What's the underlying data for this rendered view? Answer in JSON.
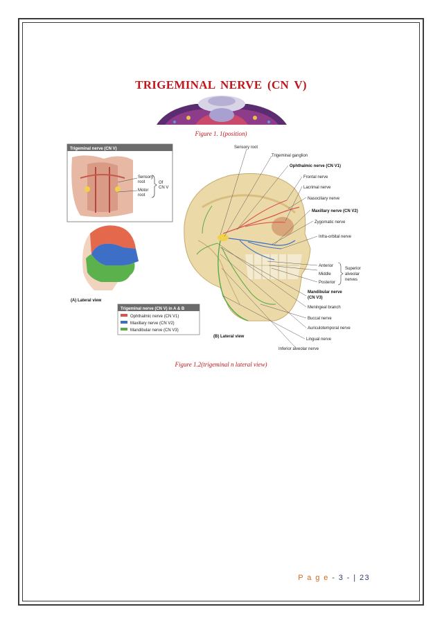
{
  "title": "TRIGEMINAL  NERVE (CN V)",
  "figure1": {
    "caption": "Figure 1. 1(position)"
  },
  "figure2": {
    "caption": "Figure 1.2(trigeminal n lateral view)",
    "inset_title": "Trigeminal nerve (CN V)",
    "inset_labels": {
      "sensory": "Sensory",
      "root1": "root",
      "motor": "Motor",
      "root2": "root",
      "of": "Of",
      "cnv": "CN V"
    },
    "panel_a_label": "(A) Lateral view",
    "panel_b_label": "(B) Lateral view",
    "legend": {
      "title": "Trigeminal nerve (CN V) in A & B",
      "items": [
        {
          "label": "Ophthalmic nerve (CN V1)",
          "color": "#d9534f"
        },
        {
          "label": "Maxillary nerve (CN V2)",
          "color": "#3a6fc4"
        },
        {
          "label": "Mandibular nerve (CN V3)",
          "color": "#5aab4a"
        }
      ]
    },
    "labels": {
      "sensory_root": "Sensory root",
      "trigeminal_ganglion": "Trigeminal ganglion",
      "ophthalmic": "Ophthalmic nerve (CN V1)",
      "frontal": "Frontal nerve",
      "lacrimal": "Lacrimal nerve",
      "nasociliary": "Nasociliary nerve",
      "maxillary": "Maxillary nerve (CN V2)",
      "zygomatic": "Zygomatic nerve",
      "infraorbital": "Infra-orbital nerve",
      "anterior": "Anterior",
      "middle": "Middle",
      "posterior": "Posterior",
      "superior": "Superior",
      "alveolar": "alveolar",
      "nerves": "nerves",
      "mandibular1": "Mandibular nerve",
      "mandibular2": "(CN V3)",
      "meningeal": "Meningeal branch",
      "buccal": "Buccal nerve",
      "auriculotemporal": "Auriculotemporal nerve",
      "lingual": "Lingual nerve",
      "inferior_alveolar": "Inferior alveolar nerve"
    }
  },
  "footer": {
    "page_word": "P a g e",
    "page_num": "- 3 -",
    "sep": "|",
    "total": "23"
  }
}
